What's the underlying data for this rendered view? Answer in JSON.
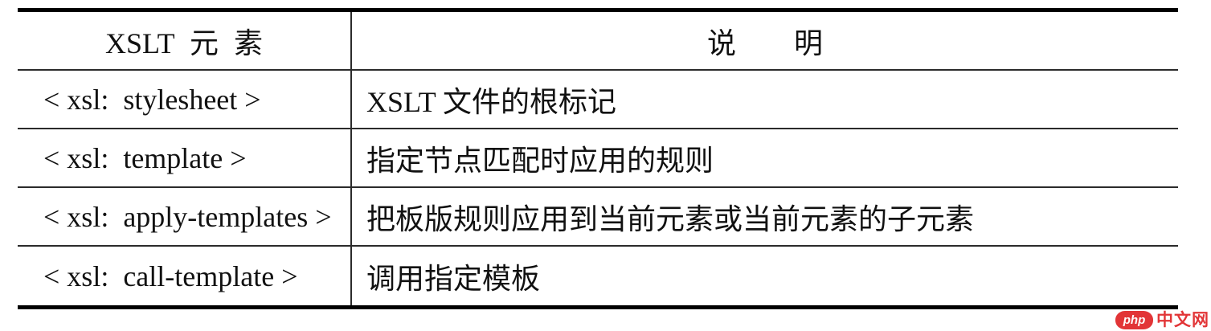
{
  "table": {
    "header": {
      "element_column": "XSLT 元 素",
      "description_column": "说　　明"
    },
    "rows": [
      {
        "element": "< xsl:  stylesheet >",
        "description": "XSLT 文件的根标记"
      },
      {
        "element": "< xsl:  template >",
        "description": "指定节点匹配时应用的规则"
      },
      {
        "element": "< xsl:  apply-templates >",
        "description": "把板版规则应用到当前元素或当前元素的子元素"
      },
      {
        "element": "< xsl:  call-template >",
        "description": "调用指定模板"
      }
    ]
  },
  "watermark": {
    "logo_text": "php",
    "site_text": "中文网",
    "accent_color": "#e23537"
  }
}
